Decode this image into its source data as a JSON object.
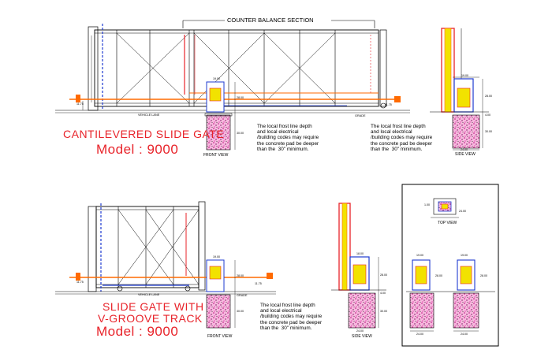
{
  "top": {
    "section_title": "COUNTER BALANCE SECTION",
    "title_line1": "CANTILEVERED SLIDE GATE",
    "model": "Model : 9000",
    "vehicle_lane": "VEHICLE LANE",
    "grade": "GRADE",
    "front_view": "FRONT VIEW",
    "side_view": "SIDE VIEW",
    "note": "The local frost line depth\nand local electrical\n/building codes may require\nthe concrete pad be deeper\nthan the  30\" minimum.",
    "note2": "The local frost line depth\nand local electrical\n/building codes may require\nthe concrete pad be deeper\nthan the  30\" minimum.",
    "dim_1": "11.75",
    "dim_2": "11.75",
    "dim_3": "28.00",
    "dim_4": "28.00",
    "dim_5": "4.00",
    "dim_6": "30.00",
    "dim_7": "30.00",
    "dim_8": "24.00",
    "dim_9": "19.00",
    "dim_10": "19.00"
  },
  "bottom": {
    "title_line1": "SLIDE GATE WITH",
    "title_line2": "V-GROOVE TRACK",
    "model": "Model : 9000",
    "vehicle_lane": "VEHICLE LANE",
    "grade": "GRADE",
    "front_view": "FRONT VIEW",
    "side_view": "SIDE VIEW",
    "note": "The local frost line depth\nand local electrical\n/building codes may require\nthe concrete pad be deeper\nthan the  30\" minimum.",
    "dim_1": "11.75",
    "dim_2": "11.75",
    "dim_3": "28.00",
    "dim_4": "28.00",
    "dim_5": "4.00",
    "dim_6": "30.00",
    "dim_7": "30.00",
    "dim_8": "24.00",
    "dim_9": "19.00",
    "dim_10": "18.00"
  },
  "inset": {
    "top_view": "TOP VIEW",
    "dim_a": "1.00",
    "dim_b": "24.00",
    "dim_c": "19.00",
    "dim_d": "19.00",
    "dim_e": "28.00",
    "dim_f": "28.00",
    "dim_g": "24.00",
    "dim_h": "24.00"
  },
  "colors": {
    "red": "#e8232a",
    "orange": "#ff6a00",
    "blue": "#1f3bd0",
    "magenta": "#d0158e",
    "yellow": "#f2e200"
  }
}
